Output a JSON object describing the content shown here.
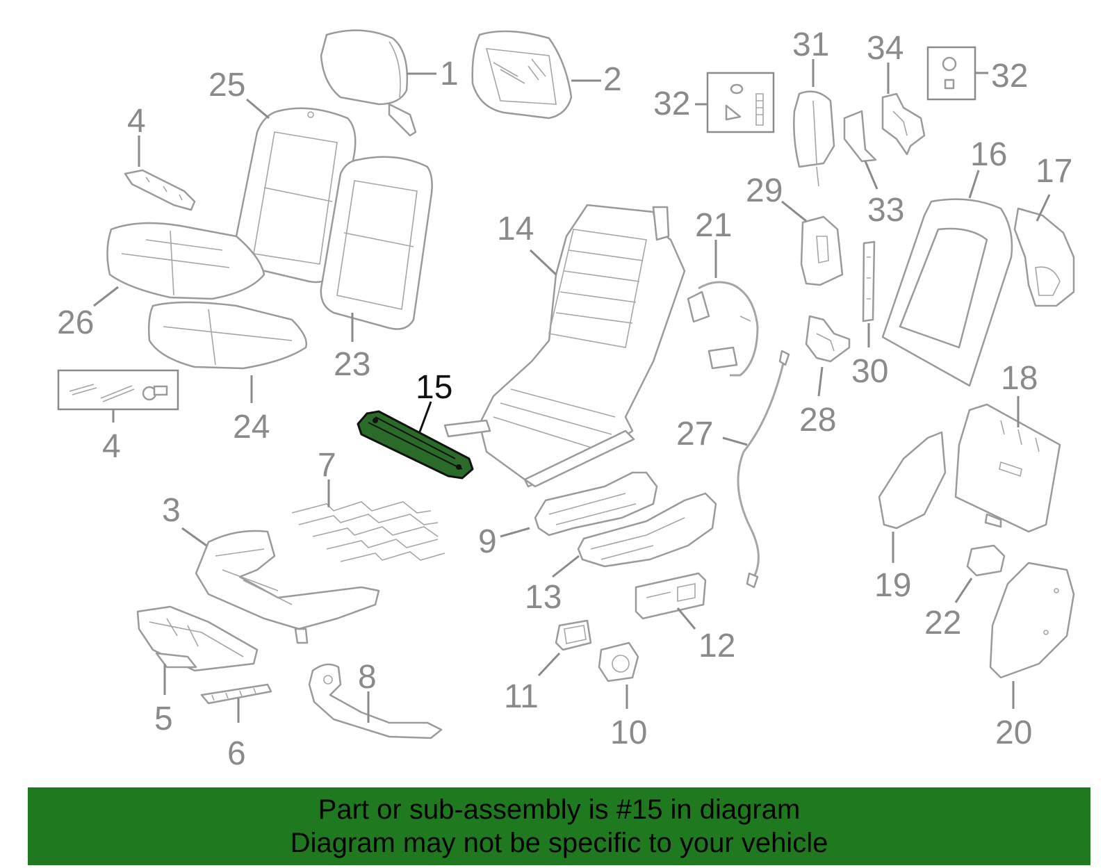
{
  "diagram": {
    "highlight_color": "#1f7a1f",
    "callouts": {
      "c1": "1",
      "c2": "2",
      "c3": "3",
      "c4a": "4",
      "c4b": "4",
      "c5": "5",
      "c6": "6",
      "c7": "7",
      "c8": "8",
      "c9": "9",
      "c10": "10",
      "c11": "11",
      "c12": "12",
      "c13": "13",
      "c14": "14",
      "c15": "15",
      "c16": "16",
      "c17": "17",
      "c18": "18",
      "c19": "19",
      "c20": "20",
      "c21": "21",
      "c22": "22",
      "c23": "23",
      "c24": "24",
      "c25": "25",
      "c26": "26",
      "c27": "27",
      "c28": "28",
      "c29": "29",
      "c30": "30",
      "c31": "31",
      "c32a": "32",
      "c32b": "32",
      "c33": "33",
      "c34": "34"
    }
  },
  "banner": {
    "background": "#1f7a1f",
    "line1": "Part or sub-assembly is #15 in diagram",
    "line2": "Diagram may not be specific to your vehicle"
  }
}
